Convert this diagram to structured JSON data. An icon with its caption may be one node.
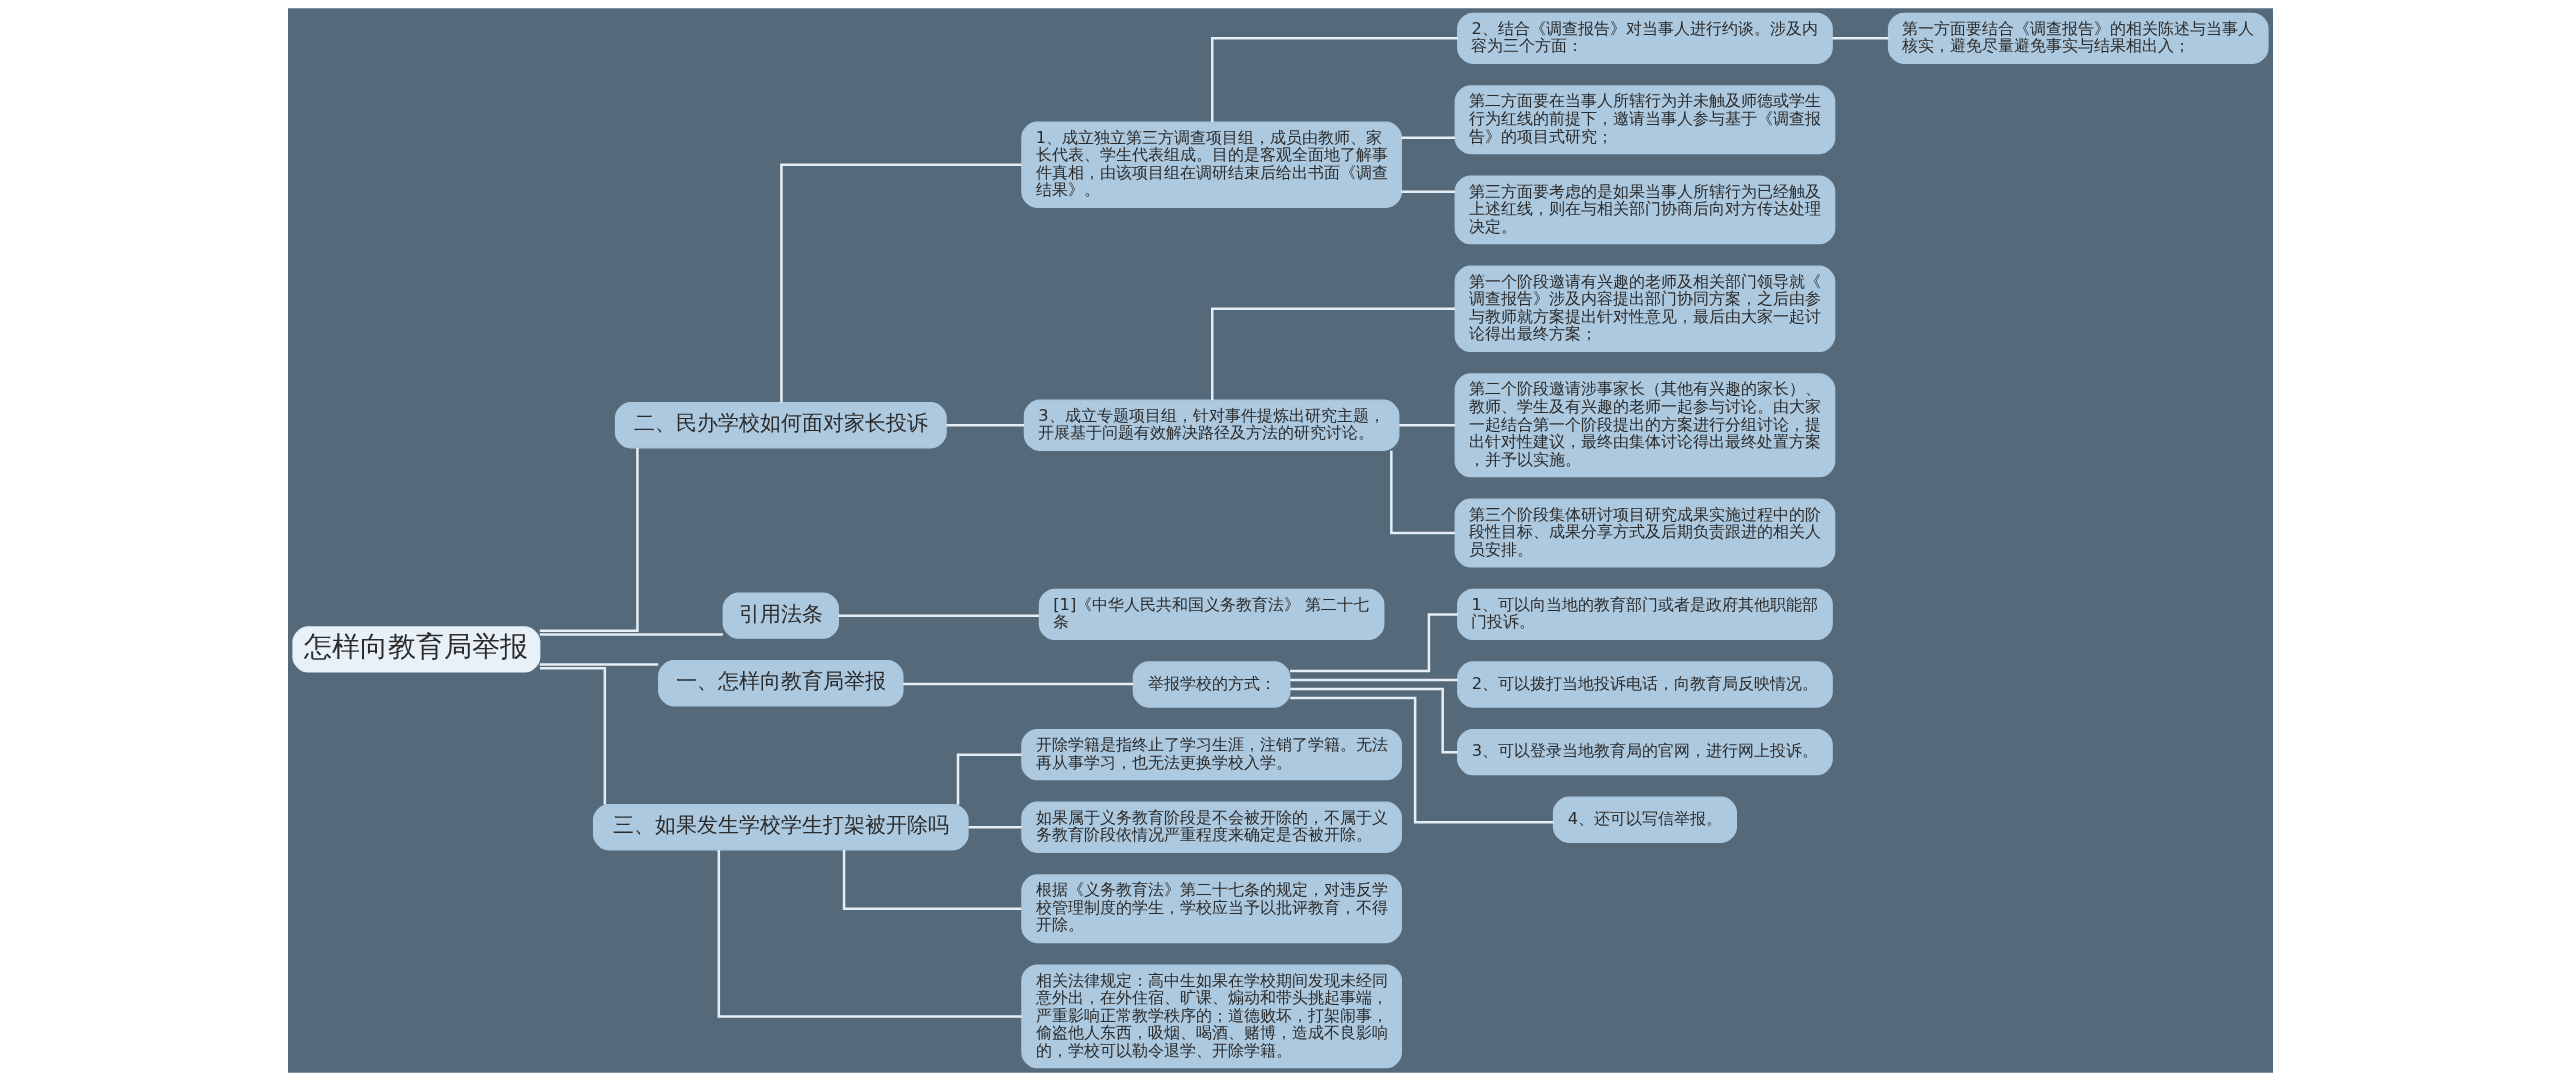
{
  "diagram": {
    "nodes": [
      {
        "text": [
          "怎样向教育局举报"
        ]
      },
      {
        "text": [
          "二、民办学校如何面对家长投诉"
        ]
      },
      {
        "text": [
          "1、成立独立第三方调查项目组，成员由教师、家长代表、学生代表组成。目的是客观全面地了解事件真相，由该项目组在调研结束后给出书面《调查结果》。"
        ]
      },
      {
        "text": [
          "2、结合《调查报告》对当事人进行约谈。涉及内容为三个方面："
        ]
      },
      {
        "text": [
          "第一方面要结合《调查报告》的相关陈述与当事人核实，避免尽量避免事实与结果相出入；"
        ]
      },
      {
        "text": [
          "第二方面要在当事人所辖行为并未触及师德或学生行为红线的前提下，邀请当事人参与基于《调查报告》的项目式研究；"
        ]
      },
      {
        "text": [
          "第三方面要考虑的是如果当事人所辖行为已经触及上述红线，则在与相关部门协商后向对方传达处理决定。"
        ]
      },
      {
        "text": [
          "3、成立专题项目组，针对事件提炼出研究主题，开展基于问题有效解决路径及方法的研究讨论。"
        ]
      },
      {
        "text": [
          "第一个阶段邀请有兴趣的老师及相关部门领导就《调查报告》涉及内容提出部门协同方案，之后由参与教师就方案提出针对性意见，最后由大家一起讨论得出最终方案；"
        ]
      },
      {
        "text": [
          "第二个阶段邀请涉事家长（其他有兴趣的家长）、教师、学生及有兴趣的老师一起参与讨论。由大家一起结合第一个阶段提出的方案进行分组讨论，提出针对性建议，最终由集体讨论得出最终处置方案，并予以实施。"
        ]
      },
      {
        "text": [
          "第三个阶段集体研讨项目研究成果实施过程中的阶段性目标、成果分享方式及后期负责跟进的相关人员安排。"
        ]
      },
      {
        "text": [
          "引用法条"
        ]
      },
      {
        "text": [
          "[1]《中华人民共和国义务教育法》 第二十七条"
        ]
      },
      {
        "text": [
          "一、怎样向教育局举报"
        ]
      },
      {
        "text": [
          "举报学校的方式："
        ]
      },
      {
        "text": [
          "1、可以向当地的教育部门或者是政府其他职能部门投诉。"
        ]
      },
      {
        "text": [
          "2、可以拨打当地投诉电话，向教育局反映情况。"
        ]
      },
      {
        "text": [
          "3、可以登录当地教育局的官网，进行网上投诉。"
        ]
      },
      {
        "text": [
          "4、还可以写信举报。"
        ]
      },
      {
        "text": [
          "三、如果发生学校学生打架被开除吗"
        ]
      },
      {
        "text": [
          "开除学籍是指终止了学习生涯，注销了学籍。无法再从事学习，也无法更换学校入学。"
        ]
      },
      {
        "text": [
          "如果属于义务教育阶段是不会被开除的，不属于义务教育阶段依情况严重程度来确定是否被开除。"
        ]
      },
      {
        "text": [
          "根据《义务教育法》第二十七条的规定，对违反学校管理制度的学生，学校应当予以批评教育，不得开除。"
        ]
      },
      {
        "text": [
          "相关法律规定：高中生如果在学校期间发现未经同意外出，在外住宿、旷课、煽动和带头挑起事端，严重影响正常教学秩序的；道德败坏，打架闹事，偷盗他人东西，吸烟、喝酒、赌博，造成不良影响的，学校可以勒令退学、开除学籍。"
        ]
      }
    ],
    "edges": [
      {
        "from": 0,
        "to": 1,
        "arrow": "none"
      },
      {
        "from": 1,
        "to": 2,
        "arrow": "none"
      },
      {
        "from": 2,
        "to": 3,
        "arrow": "none"
      },
      {
        "from": 3,
        "to": 4,
        "arrow": "none"
      },
      {
        "from": 2,
        "to": 5,
        "arrow": "none"
      },
      {
        "from": 2,
        "to": 6,
        "arrow": "none"
      },
      {
        "from": 1,
        "to": 7,
        "arrow": "none"
      },
      {
        "from": 7,
        "to": 8,
        "arrow": "none"
      },
      {
        "from": 7,
        "to": 9,
        "arrow": "none"
      },
      {
        "from": 7,
        "to": 10,
        "arrow": "none"
      },
      {
        "from": 0,
        "to": 11,
        "arrow": "none"
      },
      {
        "from": 11,
        "to": 12,
        "arrow": "none"
      },
      {
        "from": 0,
        "to": 13,
        "arrow": "none"
      },
      {
        "from": 13,
        "to": 14,
        "arrow": "none"
      },
      {
        "from": 14,
        "to": 15,
        "arrow": "none"
      },
      {
        "from": 14,
        "to": 16,
        "arrow": "none"
      },
      {
        "from": 14,
        "to": 17,
        "arrow": "none"
      },
      {
        "from": 14,
        "to": 18,
        "arrow": "none"
      },
      {
        "from": 0,
        "to": 19,
        "arrow": "none"
      },
      {
        "from": 19,
        "to": 20,
        "arrow": "none"
      },
      {
        "from": 19,
        "to": 21,
        "arrow": "none"
      },
      {
        "from": 19,
        "to": 22,
        "arrow": "none"
      },
      {
        "from": 19,
        "to": 23,
        "arrow": "none"
      }
    ]
  }
}
